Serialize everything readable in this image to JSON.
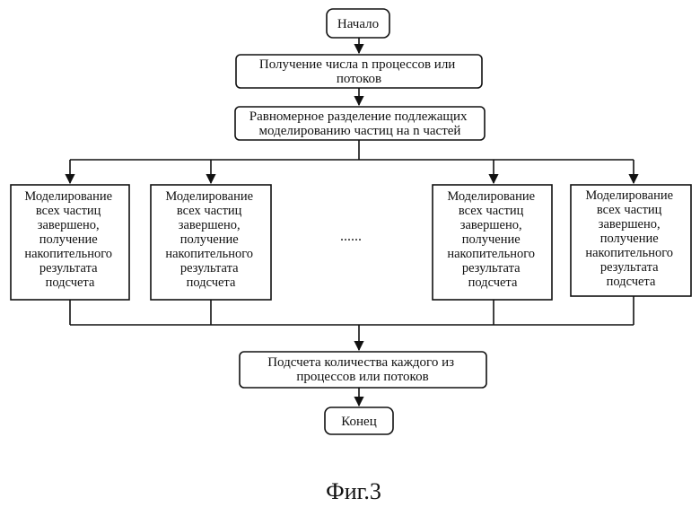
{
  "nodes": {
    "start": "Начало",
    "get_n": [
      "Получение числа n процессов или",
      "потоков"
    ],
    "split": [
      "Равномерное разделение подлежащих",
      "моделированию частиц на n частей"
    ],
    "sim": [
      "Моделирование",
      "всех частиц",
      "завершено,",
      "получение",
      "накопительного",
      "результата",
      "подсчета"
    ],
    "ellipsis": "......",
    "count": [
      "Подсчета количества каждого из",
      "процессов или потоков"
    ],
    "end": "Конец"
  },
  "caption": "Фиг.3"
}
